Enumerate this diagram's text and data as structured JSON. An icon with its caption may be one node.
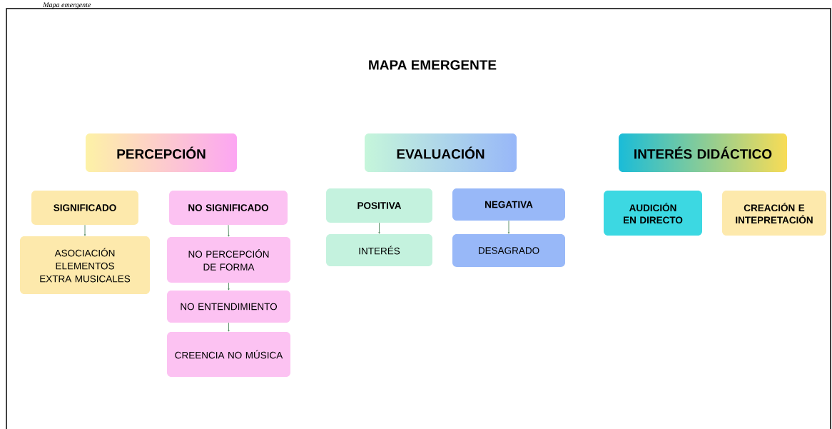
{
  "diagram": {
    "title": "MAPA EMERGENTE",
    "caption": "Mapa emergente",
    "nodes": [
      {
        "text": [
          "PERCEPCIÓN"
        ]
      },
      {
        "text": [
          "SIGNIFICADO"
        ]
      },
      {
        "text": [
          "NO SIGNIFICADO"
        ]
      },
      {
        "text": [
          "ASOCIACIÓN ELEMENTOS EXTRA MUSICALES"
        ]
      },
      {
        "text": [
          "NO PERCEPCIÓN DE FORMA"
        ]
      },
      {
        "text": [
          "NO ENTENDIMIENTO"
        ]
      },
      {
        "text": [
          "CREENCIA NO MÚSICA"
        ]
      },
      {
        "text": [
          "EVALUACIÓN"
        ]
      },
      {
        "text": [
          "POSITIVA"
        ]
      },
      {
        "text": [
          "NEGATIVA"
        ]
      },
      {
        "text": [
          "INTERÉS"
        ]
      },
      {
        "text": [
          "DESAGRADO"
        ]
      },
      {
        "text": [
          "INTERÉS DIDÁCTICO"
        ]
      },
      {
        "text": [
          "AUDICIÓN EN DIRECTO"
        ]
      },
      {
        "text": [
          "CREACIÓN E INTEPRETACIÓN"
        ]
      }
    ],
    "edges": [
      {
        "from": 1,
        "to": 3,
        "arrow": "to"
      },
      {
        "from": 2,
        "to": 4,
        "arrow": "to"
      },
      {
        "from": 4,
        "to": 5,
        "arrow": "to"
      },
      {
        "from": 5,
        "to": 6,
        "arrow": "to"
      },
      {
        "from": 8,
        "to": 10,
        "arrow": "to"
      },
      {
        "from": 9,
        "to": 11,
        "arrow": "to"
      }
    ]
  }
}
